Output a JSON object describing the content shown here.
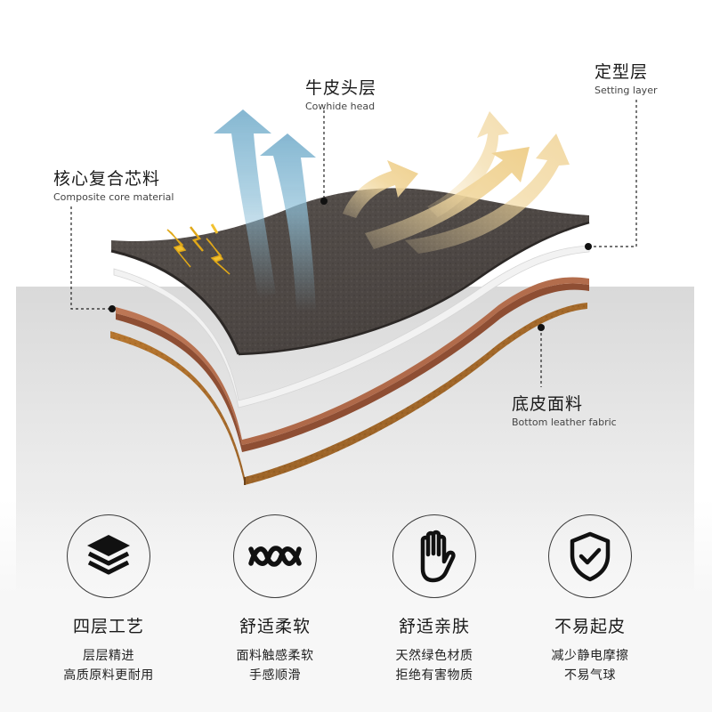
{
  "labels": {
    "cowhide": {
      "zh": "牛皮头层",
      "en": "Cowhide head"
    },
    "setting": {
      "zh": "定型层",
      "en": "Setting layer"
    },
    "core": {
      "zh": "核心复合芯料",
      "en": "Composite core material"
    },
    "bottom": {
      "zh": "底皮面料",
      "en": "Bottom leather fabric"
    }
  },
  "features": [
    {
      "icon": "layers-icon",
      "title": "四层工艺",
      "line1": "层层精进",
      "line2": "高质原料更耐用"
    },
    {
      "icon": "wave-icon",
      "title": "舒适柔软",
      "line1": "面料触感柔软",
      "line2": "手感顺滑"
    },
    {
      "icon": "hand-icon",
      "title": "舒适亲肤",
      "line1": "天然绿色材质",
      "line2": "拒绝有害物质"
    },
    {
      "icon": "shield-check-icon",
      "title": "不易起皮",
      "line1": "减少静电摩擦",
      "line2": "不易气球"
    }
  ],
  "colors": {
    "top_layer": "#4f4a47",
    "setting_layer": "#e8e8e8",
    "copper_layer": "#b56d4d",
    "bottom_layer": "#a86a2e",
    "blue_arrow": "#8fc0d8",
    "gold_arrow": "#f0d49a",
    "lightning": "#f2c230"
  }
}
